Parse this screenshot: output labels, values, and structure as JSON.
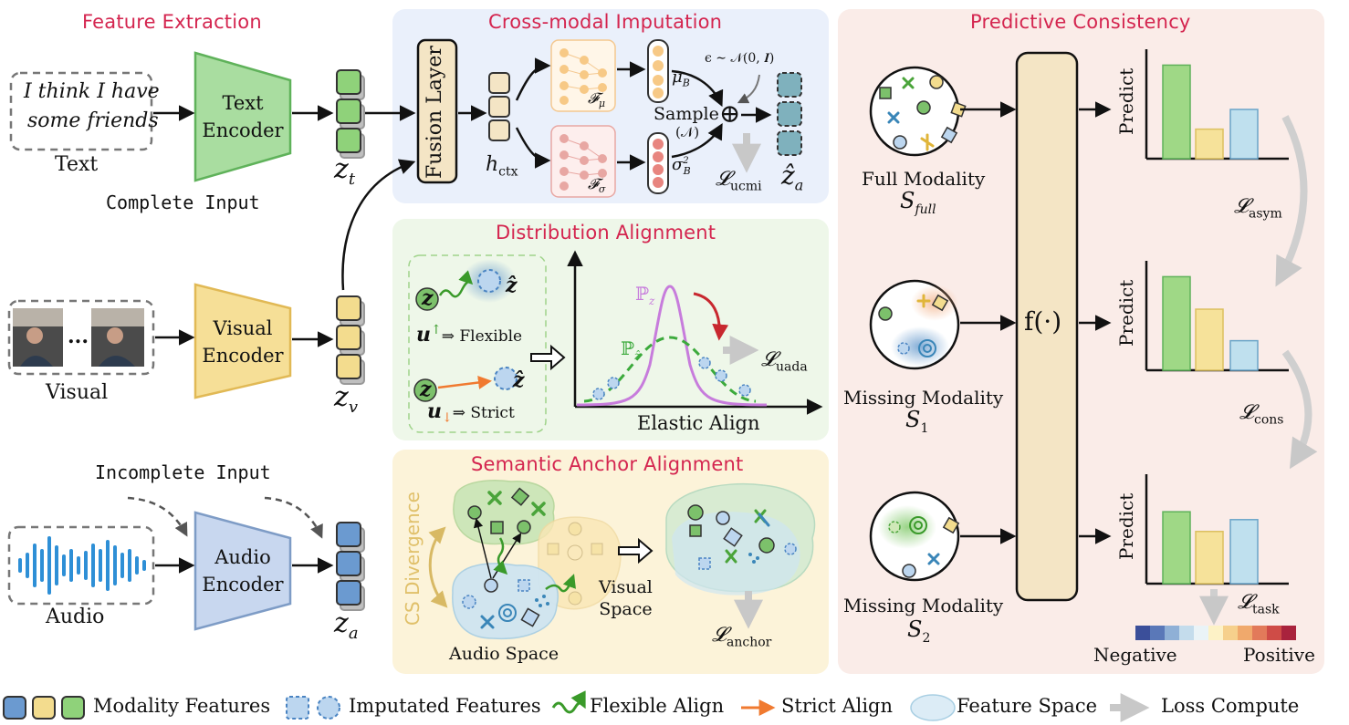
{
  "sections": {
    "feature_extraction": "Feature Extraction",
    "cross_modal_imputation": "Cross-modal Imputation",
    "distribution_alignment": "Distribution Alignment",
    "semantic_anchor_alignment": "Semantic Anchor Alignment",
    "predictive_consistency": "Predictive Consistency"
  },
  "inputs": {
    "text_line1": "I think I have",
    "text_line2": "some friends",
    "text_label": "Text",
    "visual_label": "Visual",
    "audio_label": "Audio",
    "complete_input": "Complete Input",
    "incomplete_input": "Incomplete Input",
    "ellipsis": "..."
  },
  "encoders": {
    "text_l1": "Text",
    "text_l2": "Encoder",
    "visual_l1": "Visual",
    "visual_l2": "Encoder",
    "audio_l1": "Audio",
    "audio_l2": "Encoder"
  },
  "features": {
    "zt": "z",
    "zt_sub": "t",
    "zv": "z",
    "zv_sub": "v",
    "za": "z",
    "za_sub": "a"
  },
  "imputation": {
    "fusion_layer": "Fusion Layer",
    "hctx": "h",
    "hctx_sub": "ctx",
    "f_mu": "𝓕",
    "f_mu_sub": "μ",
    "f_sigma": "𝓕",
    "f_sigma_sub": "σ",
    "mu_b": "μ",
    "mu_b_sub": "B",
    "sigma_b": "σ",
    "sigma_b_sup": "2",
    "sigma_b_sub": "B",
    "epsilon": "ϵ ∼ 𝒩(0, 𝑰)",
    "sample": "Sample",
    "sample_n": "(𝒩)",
    "oplus": "⊕",
    "l_ucmi": "𝓛",
    "l_ucmi_sub": "ucmi",
    "z_hat_a": "ẑ",
    "z_hat_a_sub": "a"
  },
  "distribution": {
    "z": "z",
    "z_hat": "ẑ",
    "flexible": "⇒ Flexible",
    "strict": "⇒ Strict",
    "u_up": "u",
    "u_down": "u",
    "pz": "ℙ",
    "pz_sub": "z",
    "pzhat": "ℙ",
    "pzhat_sub": "ẑ",
    "l_uada": "𝓛",
    "l_uada_sub": "uada",
    "elastic_align": "Elastic Align"
  },
  "semantic": {
    "cs_divergence": "CS Divergence",
    "audio_space": "Audio Space",
    "visual_space_l1": "Visual",
    "visual_space_l2": "Space",
    "l_anchor": "𝓛",
    "l_anchor_sub": "anchor"
  },
  "predictive": {
    "full_modality": "Full Modality",
    "s_full": "S",
    "s_full_sub": "full",
    "missing_1": "Missing Modality",
    "s1": "S",
    "s1_sub": "1",
    "missing_2": "Missing Modality",
    "s2": "S",
    "s2_sub": "2",
    "f_dot": "f(·)",
    "predict": "Predict",
    "l_asym": "𝓛",
    "l_asym_sub": "asym",
    "l_cons": "𝓛",
    "l_cons_sub": "cons",
    "l_task": "𝓛",
    "l_task_sub": "task",
    "negative": "Negative",
    "positive": "Positive",
    "bars": [
      {
        "green": 0.95,
        "yellow": 0.3,
        "blue": 0.5
      },
      {
        "green": 0.95,
        "yellow": 0.62,
        "blue": 0.3
      },
      {
        "green": 0.73,
        "yellow": 0.53,
        "blue": 0.65
      }
    ],
    "colorbar": [
      "#3b4f9a",
      "#5a78b8",
      "#8fb0d6",
      "#c4dcec",
      "#eaf3f7",
      "#fdf2c6",
      "#f6d08c",
      "#f0a96c",
      "#e27a5a",
      "#cf4c47",
      "#a9233d"
    ]
  },
  "legend": {
    "modality_features": "Modality Features",
    "imputated_features": "Imputated Features",
    "flexible_align": "Flexible Align",
    "strict_align": "Strict Align",
    "feature_space": "Feature Space",
    "loss_compute": "Loss Compute"
  },
  "colors": {
    "green": "#8fd27a",
    "yellow": "#f3dc8e",
    "blue": "#6b9ad0",
    "teal": "#7fb1bd",
    "red_title": "#d4254f",
    "panel_blue": "#eef3fc",
    "panel_green": "#f1f8ec",
    "panel_yellow": "#fdf4dc",
    "panel_pink": "#fbeeea"
  }
}
